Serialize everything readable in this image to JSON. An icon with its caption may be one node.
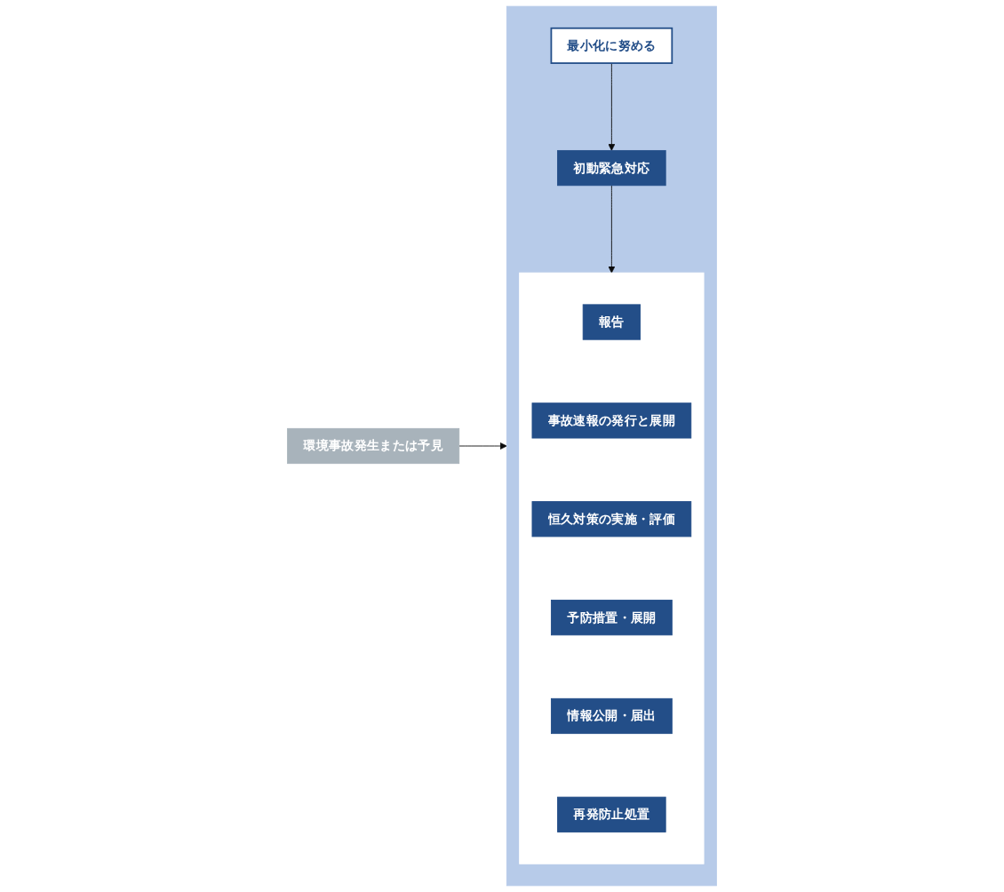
{
  "diagram": {
    "nodes": [
      {
        "text": [
          "環境事故発生または予見"
        ]
      },
      {
        "text": [],
        "shape": "box"
      },
      {
        "text": [
          "初動緊急対応"
        ],
        "in": 1
      },
      {
        "text": [
          "最小化に努める"
        ],
        "in": 1
      },
      {
        "text": [],
        "shape": "box",
        "in": 1
      },
      {
        "text": [
          "報告"
        ],
        "in": 4
      },
      {
        "text": [
          "事故速報の発行と展開"
        ],
        "in": 4
      },
      {
        "text": [
          "恒久対策の実施・評価"
        ],
        "in": 4
      },
      {
        "text": [
          "予防措置・展開"
        ],
        "in": 4
      },
      {
        "text": [
          "情報公開・届出"
        ],
        "in": 4
      },
      {
        "text": [
          "再発防止処置"
        ],
        "in": 4
      }
    ],
    "edges": [
      {
        "from": 0,
        "to": 1,
        "arrow": "to"
      },
      {
        "from": 3,
        "to": 2,
        "arrow": "to"
      },
      {
        "from": 2,
        "to": 4,
        "arrow": "to"
      }
    ]
  }
}
